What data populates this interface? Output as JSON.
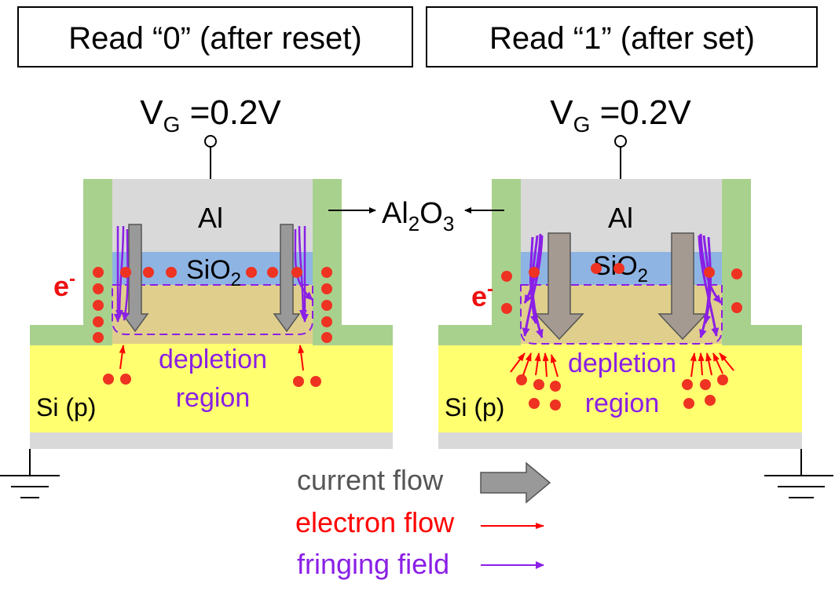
{
  "panels": [
    {
      "title": "Read “0” (after reset)",
      "gate_voltage": {
        "prefix": "V",
        "sub": "G",
        "value": " =0.2V"
      },
      "gate_label": "Al",
      "oxide_label": {
        "base": "SiO",
        "sub": "2"
      },
      "electron_label": {
        "base": "e",
        "sup": "-"
      },
      "depletion_label": [
        "depletion",
        "region"
      ],
      "substrate_label": "Si (p)"
    },
    {
      "title": "Read “1” (after set)",
      "gate_voltage": {
        "prefix": "V",
        "sub": "G",
        "value": " =0.2V"
      },
      "gate_label": "Al",
      "oxide_label": {
        "base": "SiO",
        "sub": "2"
      },
      "electron_label": {
        "base": "e",
        "sup": "-"
      },
      "depletion_label": [
        "depletion",
        "region"
      ],
      "substrate_label": "Si (p)"
    }
  ],
  "spacer_label": {
    "a": "Al",
    "sub1": "2",
    "b": "O",
    "sub2": "3"
  },
  "legend": [
    {
      "label": "current flow",
      "color": "#555555",
      "icon": "thick-gray-arrow-icon"
    },
    {
      "label": "electron flow",
      "color": "#ff0000",
      "icon": "red-arrow-icon"
    },
    {
      "label": "fringing field",
      "color": "#8a1fe6",
      "icon": "purple-arrow-icon"
    }
  ],
  "colors": {
    "spacer": "#a9d18e",
    "gate": "#d9d9d9",
    "oxide": "#8eb4e3",
    "depletion": "#e0cf8c",
    "substrate": "#ffff70",
    "base": "#d9d9d9",
    "electron": "#ee3322",
    "field": "#8a1fe6",
    "current": "#999999"
  }
}
